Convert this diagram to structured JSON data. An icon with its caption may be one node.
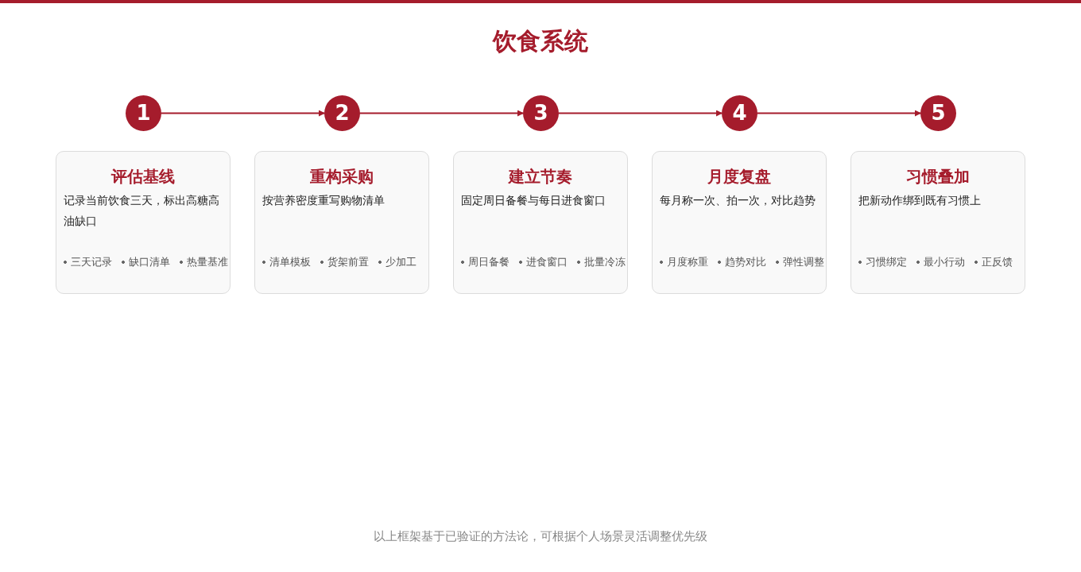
{
  "diagram": {
    "title": "饮食系统",
    "caption": "以上框架基于已验证的方法论，可根据个人场景灵活调整优先级",
    "nodes": [
      {
        "text": [
          "1"
        ]
      },
      {
        "text": [
          "2"
        ]
      },
      {
        "text": [
          "3"
        ]
      },
      {
        "text": [
          "4"
        ]
      },
      {
        "text": [
          "5"
        ]
      },
      {
        "text": [
          "评估基线",
          "记录当前饮食三天，标出高糖高油缺口",
          "三天记录",
          "缺口清单",
          "热量基准"
        ]
      },
      {
        "text": [
          "重构采购",
          "按营养密度重写购物清单",
          "清单模板",
          "货架前置",
          "少加工"
        ]
      },
      {
        "text": [
          "建立节奏",
          "固定周日备餐与每日进食窗口",
          "周日备餐",
          "进食窗口",
          "批量冷冻"
        ]
      },
      {
        "text": [
          "月度复盘",
          "每月称一次、拍一次，对比趋势",
          "月度称重",
          "趋势对比",
          "弹性调整"
        ]
      },
      {
        "text": [
          "习惯叠加",
          "把新动作绑到既有习惯上",
          "习惯绑定",
          "最小行动",
          "正反馈"
        ]
      }
    ],
    "edges": [
      {
        "from": 0,
        "to": 1,
        "arrow": "to"
      },
      {
        "from": 1,
        "to": 2,
        "arrow": "to"
      },
      {
        "from": 2,
        "to": 3,
        "arrow": "to"
      },
      {
        "from": 3,
        "to": 4,
        "arrow": "to"
      }
    ]
  }
}
